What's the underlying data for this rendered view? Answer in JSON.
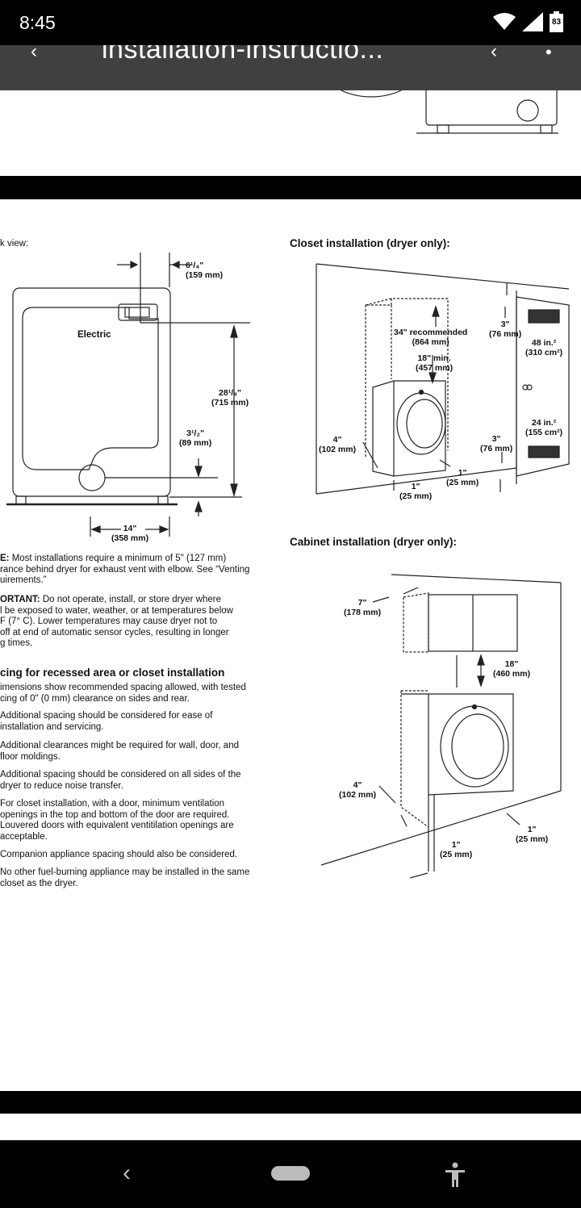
{
  "status_bar": {
    "time": "8:45",
    "battery": "83"
  },
  "app_bar": {
    "title": "installation-instructio..."
  },
  "doc": {
    "left_caption": "k view:",
    "rear": {
      "label_electric": "Electric",
      "dim_top": [
        "6¹/₄\"",
        "(159 mm)"
      ],
      "dim_height": [
        "28¹/₈\"",
        "(715 mm)"
      ],
      "dim_vent": [
        "3¹/₂\"",
        "(89 mm)"
      ],
      "dim_width": [
        "14\"",
        "(358 mm)"
      ]
    },
    "note": [
      {
        "bold": "E:",
        "text": " Most installations require a minimum of 5\" (127 mm)"
      },
      {
        "bold": "",
        "text": "rance behind dryer for exhaust vent with elbow. See “Venting"
      },
      {
        "bold": "",
        "text": "uirements.”"
      }
    ],
    "important": [
      {
        "bold": "ORTANT:",
        "text": " Do not operate, install, or store dryer where"
      },
      {
        "bold": "",
        "text": "l be exposed to water, weather, or at temperatures below"
      },
      {
        "bold": "",
        "text": "F (7° C). Lower temperatures may cause dryer not to"
      },
      {
        "bold": "",
        "text": " off at end of automatic sensor cycles, resulting in longer"
      },
      {
        "bold": "",
        "text": "g times."
      }
    ],
    "spacing_heading": "cing for recessed area or closet installation",
    "spacing_intro": [
      "imensions show recommended spacing allowed, with tested",
      "cing of 0\" (0 mm) clearance on sides and rear."
    ],
    "bullets": [
      [
        "Additional spacing should be considered for ease of",
        "installation and servicing."
      ],
      [
        "Additional clearances might be required for wall, door, and",
        "floor moldings."
      ],
      [
        "Additional spacing should be considered on all sides of the",
        "dryer to reduce noise transfer."
      ],
      [
        "For closet installation, with a door, minimum ventilation",
        "openings in the top and bottom of the door are required.",
        "Louvered doors with equivalent ventitilation openings are",
        "acceptable."
      ],
      [
        "Companion appliance spacing should also be considered."
      ],
      [
        "No other fuel-burning appliance may be installed in the same",
        "closet as the dryer."
      ]
    ],
    "closet": {
      "heading": "Closet installation (dryer only):",
      "dim_34": [
        "34\" recommended",
        "(864 mm)"
      ],
      "dim_18min": [
        "18\" min.",
        "(457 mm)"
      ],
      "dim_3top": [
        "3\"",
        "(76 mm)"
      ],
      "dim_48": [
        "48 in.²",
        "(310 cm²)"
      ],
      "dim_24": [
        "24 in.²",
        "(155 cm²)"
      ],
      "dim_4": [
        "4\"",
        "(102 mm)"
      ],
      "dim_3bot": [
        "3\"",
        "(76 mm)"
      ],
      "dim_1a": [
        "1\"",
        "(25 mm)"
      ],
      "dim_1b": [
        "1\"",
        "(25 mm)"
      ]
    },
    "cabinet": {
      "heading": "Cabinet installation (dryer only):",
      "dim_7": [
        "7\"",
        "(178 mm)"
      ],
      "dim_18": [
        "18\"",
        "(460 mm)"
      ],
      "dim_4": [
        "4\"",
        "(102 mm)"
      ],
      "dim_1a": [
        "1\"",
        "(25 mm)"
      ],
      "dim_1b": [
        "1\"",
        "(25 mm)"
      ]
    }
  }
}
